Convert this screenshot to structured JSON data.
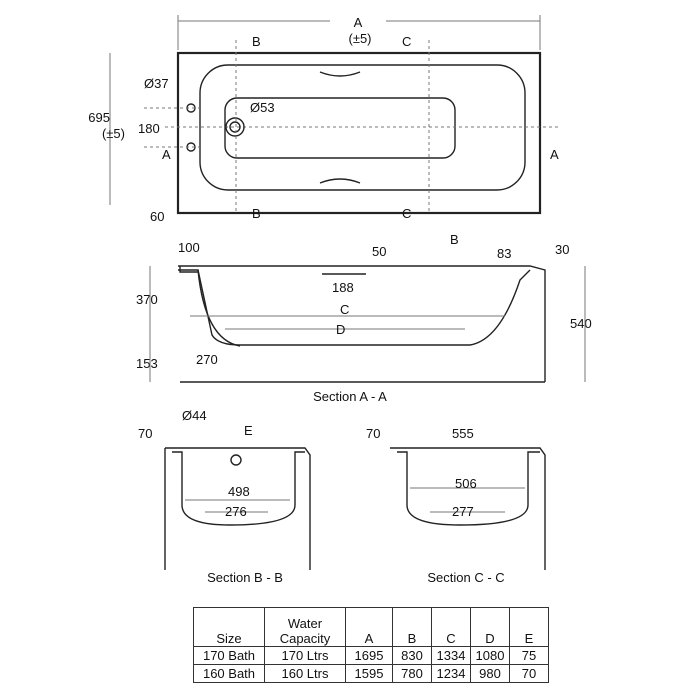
{
  "plan": {
    "a": "A",
    "tol": "(±5)",
    "b": "B",
    "c": "C",
    "w": "695",
    "wtol": "(±5)",
    "d37": "Ø37",
    "d53": "Ø53",
    "h180": "180",
    "h60": "60",
    "aa": "A"
  },
  "section_aa": {
    "title": "Section A - A",
    "d100": "100",
    "b": "B",
    "d50": "50",
    "d83": "83",
    "d30": "30",
    "d188": "188",
    "c": "C",
    "d": "D",
    "d370": "370",
    "d540": "540",
    "d153": "153",
    "d270": "270"
  },
  "section_bb": {
    "title": "Section B - B",
    "d70": "70",
    "d44": "Ø44",
    "e": "E",
    "d498": "498",
    "d276": "276"
  },
  "section_cc": {
    "title": "Section C - C",
    "d70": "70",
    "d555": "555",
    "d506": "506",
    "d277": "277"
  },
  "table": {
    "headers": [
      "Size",
      "Water Capacity",
      "A",
      "B",
      "C",
      "D",
      "E"
    ],
    "rows": [
      [
        "170 Bath",
        "170 Ltrs",
        "1695",
        "830",
        "1334",
        "1080",
        "75"
      ],
      [
        "160 Bath",
        "160 Ltrs",
        "1595",
        "780",
        "1234",
        "980",
        "70"
      ]
    ]
  }
}
